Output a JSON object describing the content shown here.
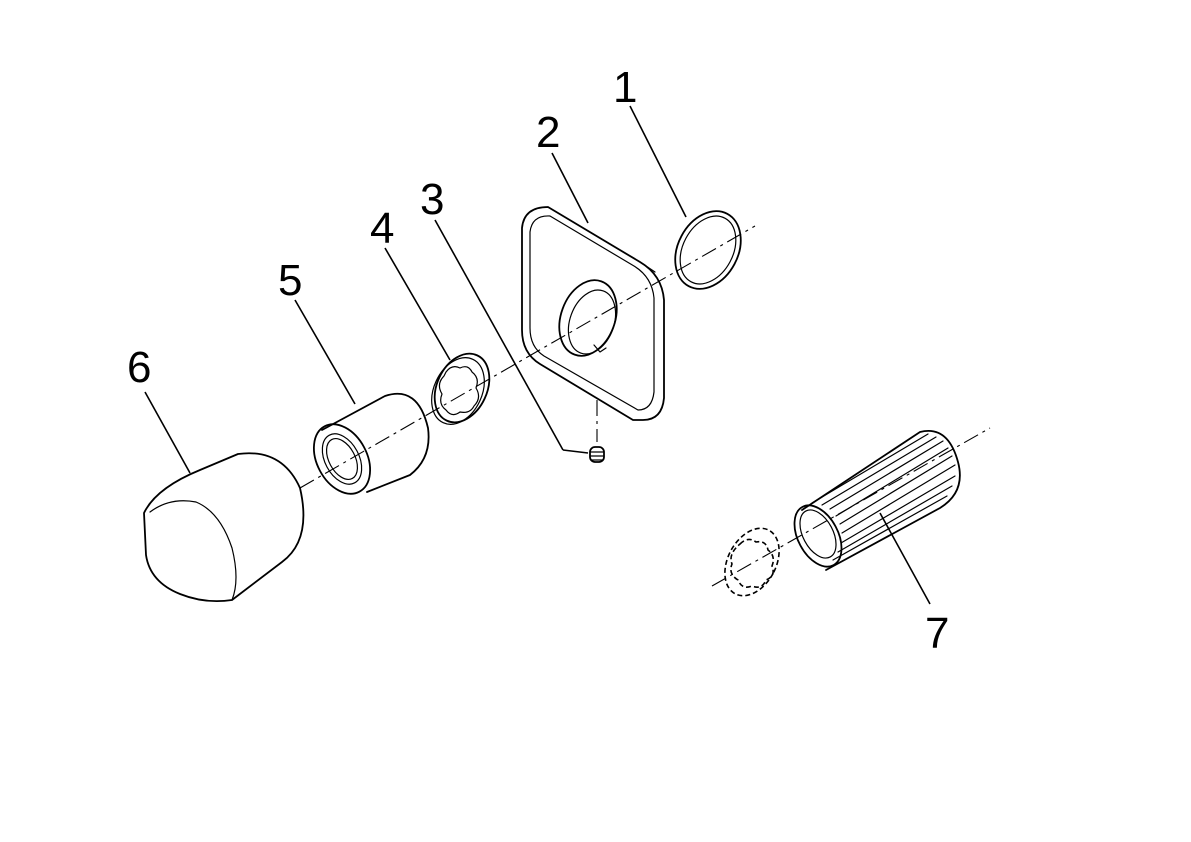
{
  "callouts": [
    "1",
    "2",
    "3",
    "4",
    "5",
    "6",
    "7"
  ]
}
